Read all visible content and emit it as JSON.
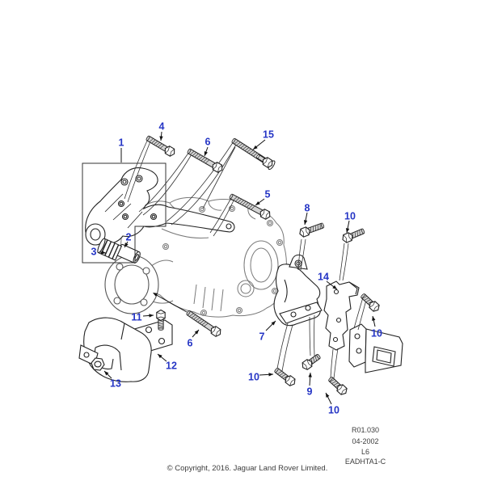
{
  "diagram": {
    "type": "exploded-parts-diagram",
    "callout_labels": [
      "1",
      "2",
      "3",
      "4",
      "6",
      "15",
      "5",
      "8",
      "10",
      "14",
      "7",
      "10",
      "11",
      "12",
      "6",
      "13",
      "10",
      "9",
      "10"
    ],
    "colors": {
      "callout_blue": "#2535c5",
      "line_dark": "#222222",
      "line_gray": "#787878",
      "background": "#ffffff"
    }
  },
  "footer": {
    "ref_lines": [
      "R01.030",
      "04-2002",
      "L6",
      "EADHTA1-C"
    ],
    "copyright": "© Copyright, 2016. Jaguar Land Rover Limited."
  }
}
